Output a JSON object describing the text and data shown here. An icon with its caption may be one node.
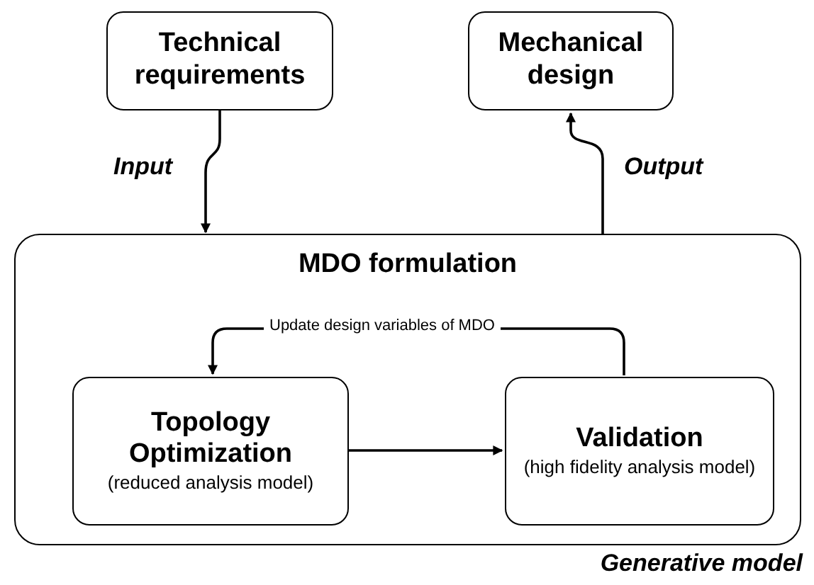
{
  "diagram": {
    "nodes": [
      {
        "text": [
          "Technical requirements"
        ]
      },
      {
        "text": [
          "Mechanical design"
        ]
      },
      {
        "text": [
          "MDO formulation"
        ],
        "beside": [
          "Generative model"
        ]
      },
      {
        "text": [
          "Topology Optimization",
          "(reduced analysis model)"
        ],
        "in": 2
      },
      {
        "text": [
          "Validation",
          "(high fidelity analysis model)"
        ],
        "in": 2
      }
    ],
    "edges": [
      {
        "from": 0,
        "to": 2,
        "arrow": "to",
        "label": "Input"
      },
      {
        "from": 2,
        "to": 1,
        "arrow": "to",
        "label": "Output"
      },
      {
        "from": 3,
        "to": 4,
        "arrow": "to"
      },
      {
        "from": 4,
        "to": 3,
        "arrow": "to",
        "label": "Update design variables of MDO"
      }
    ]
  }
}
